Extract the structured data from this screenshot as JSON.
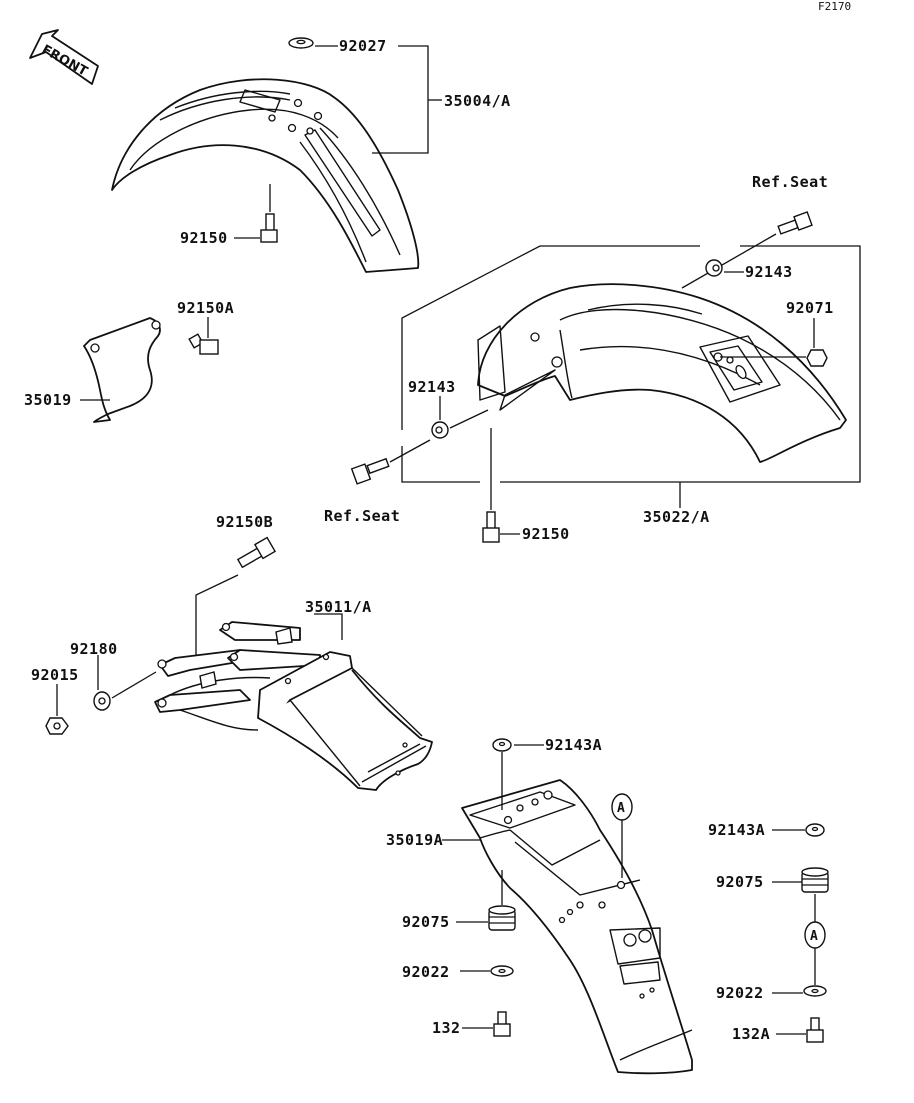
{
  "page_code": "F2170",
  "front_label": "FRONT",
  "callout_letter": "A",
  "labels": {
    "p92027": "92027",
    "p35004A": "35004/A",
    "p92150_top": "92150",
    "p92150A": "92150A",
    "p35019": "35019",
    "ref_seat_top": "Ref.Seat",
    "p92143_top": "92143",
    "p92071": "92071",
    "p92143_mid": "92143",
    "ref_seat_mid": "Ref.Seat",
    "p92150_mid": "92150",
    "p35022A": "35022/A",
    "p92150B": "92150B",
    "p35011A": "35011/A",
    "p92180": "92180",
    "p92015": "92015",
    "p92143A_left": "92143A",
    "p35019A": "35019A",
    "p92075_left": "92075",
    "p92022_left": "92022",
    "p132": "132",
    "p92143A_right": "92143A",
    "p92075_right": "92075",
    "p92022_right": "92022",
    "p132A": "132A"
  }
}
